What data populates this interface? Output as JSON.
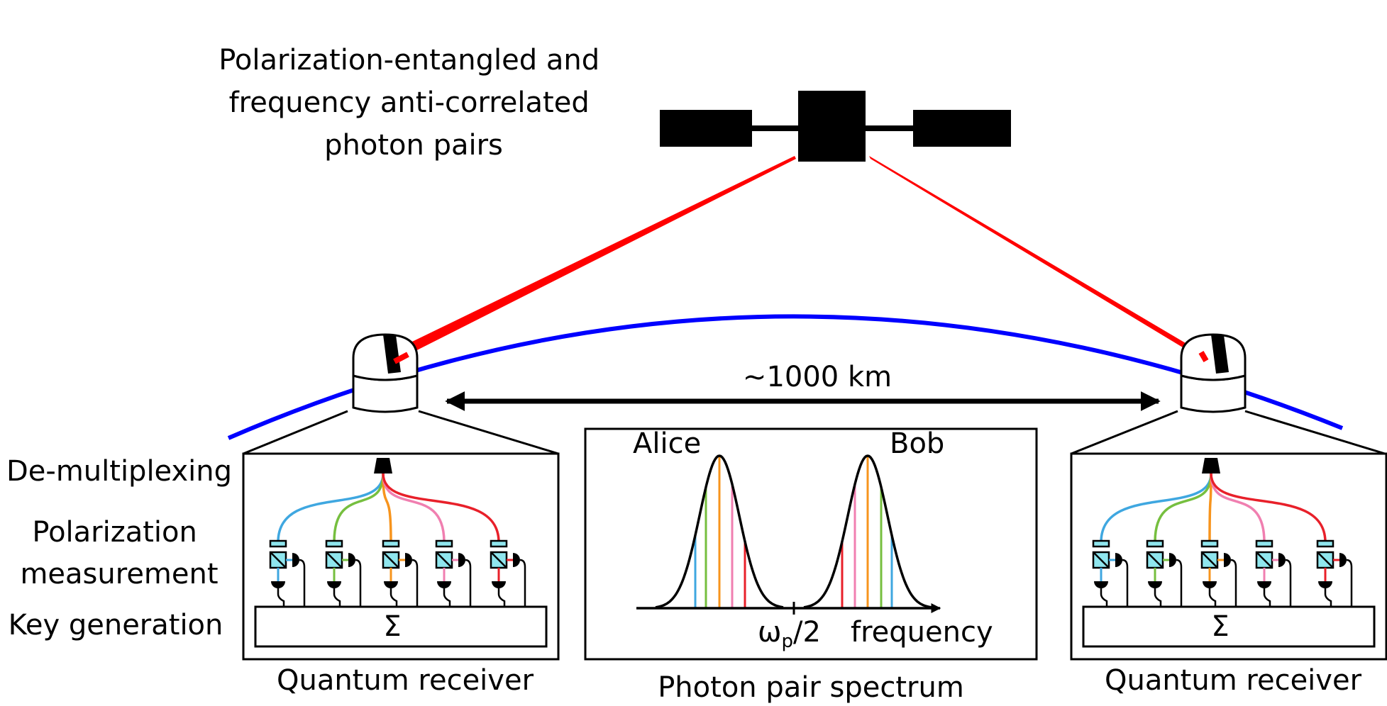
{
  "source_label": [
    "Polarization-entangled and",
    "frequency anti-correlated",
    "photon pairs"
  ],
  "distance_label": "~1000 km",
  "stage_labels": {
    "demux": "De-multiplexing",
    "polarization": [
      "Polarization",
      "measurement"
    ],
    "key": "Key generation"
  },
  "receiver_title": "Quantum receiver",
  "sum_symbol": "Σ",
  "spectrum": {
    "title": "Photon pair spectrum",
    "alice": "Alice",
    "bob": "Bob",
    "center_base": "ω",
    "center_sub": "p",
    "center_tail": "/2",
    "axis_label": "frequency"
  },
  "colors": {
    "beam": "#ff0000",
    "earth": "#0000ff",
    "blue": "#3fa7e0",
    "green": "#76bf3f",
    "orange": "#f7941d",
    "pink": "#f07fb0",
    "red": "#e8202a",
    "pbs": "#8fe6ee"
  },
  "icons": [
    "satellite-icon",
    "telescope-dome-icon",
    "detector-icon",
    "polarizing-beam-splitter-icon",
    "waveplate-icon"
  ]
}
